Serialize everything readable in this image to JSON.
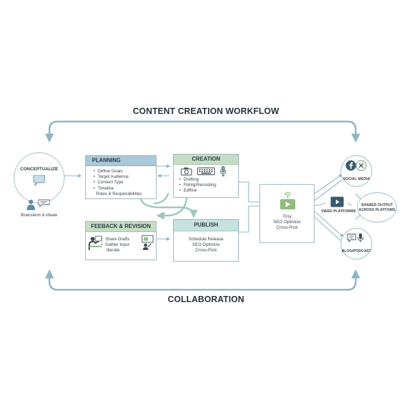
{
  "title": "CONTENT CREATION WORKFLOW",
  "footer": "COLLABORATION",
  "conceptualize": {
    "title": "CONCEPTUALIZE",
    "caption": "Brainsterm & Ideate"
  },
  "planning": {
    "title": "PLANNING",
    "items": [
      "Define Goals",
      "Target Audience",
      "Content Type",
      "Timeline"
    ],
    "extra": "Roles & Respenabilities"
  },
  "creation": {
    "title": "CREATION",
    "items": [
      "Drafting",
      "Flimtg/Recording",
      "Edffine"
    ]
  },
  "feedback": {
    "title": "FEEBACK & REVISION",
    "items": [
      "Share Drafts",
      "Gather Input"
    ],
    "extra": "Iiterate"
  },
  "publish": {
    "title": "PUBLISH",
    "lines": [
      "Schedule Release",
      "SEO Optimize",
      "Cross-Post"
    ]
  },
  "distribution": {
    "lines": [
      "Trisy",
      "SEO Optimize",
      "Cross-Post"
    ]
  },
  "outputs": {
    "social": "SOCIAL MEDIA",
    "video": "VIEED PLATFORMS",
    "shared": [
      "SHABED OUTPUT",
      "ACROSS PLATFOMS"
    ],
    "blog": "BLOG/PODCAST"
  },
  "colors": {
    "line": "#8fb6c5",
    "blue_header": "#a9c9da",
    "green_header": "#c5ddc3",
    "teal_header": "#c5e1e0",
    "icon_green": "#8fbf7a"
  },
  "icons": [
    "speech-bubble-icon",
    "person-icon",
    "chat-icon",
    "camera-icon",
    "keyboard-icon",
    "microphone-icon",
    "presenter-icon",
    "play-broadcast-icon",
    "facebook-icon",
    "x-icon",
    "video-play-icon",
    "podcast-mic-icon"
  ]
}
